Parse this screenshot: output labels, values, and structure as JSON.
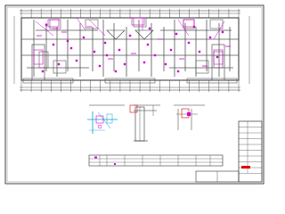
{
  "drawing": {
    "kind": "CAD architectural floor plan",
    "colors": {
      "frame": "#333333",
      "walls": "#555555",
      "grid": "#2d2d2d",
      "annotation": "#d400d4",
      "detail_cyan": "#00a0d0",
      "detail_red": "#e00000",
      "paper": "#ffffff"
    },
    "notes_table_rows": 3,
    "title_block_rows": 9
  }
}
